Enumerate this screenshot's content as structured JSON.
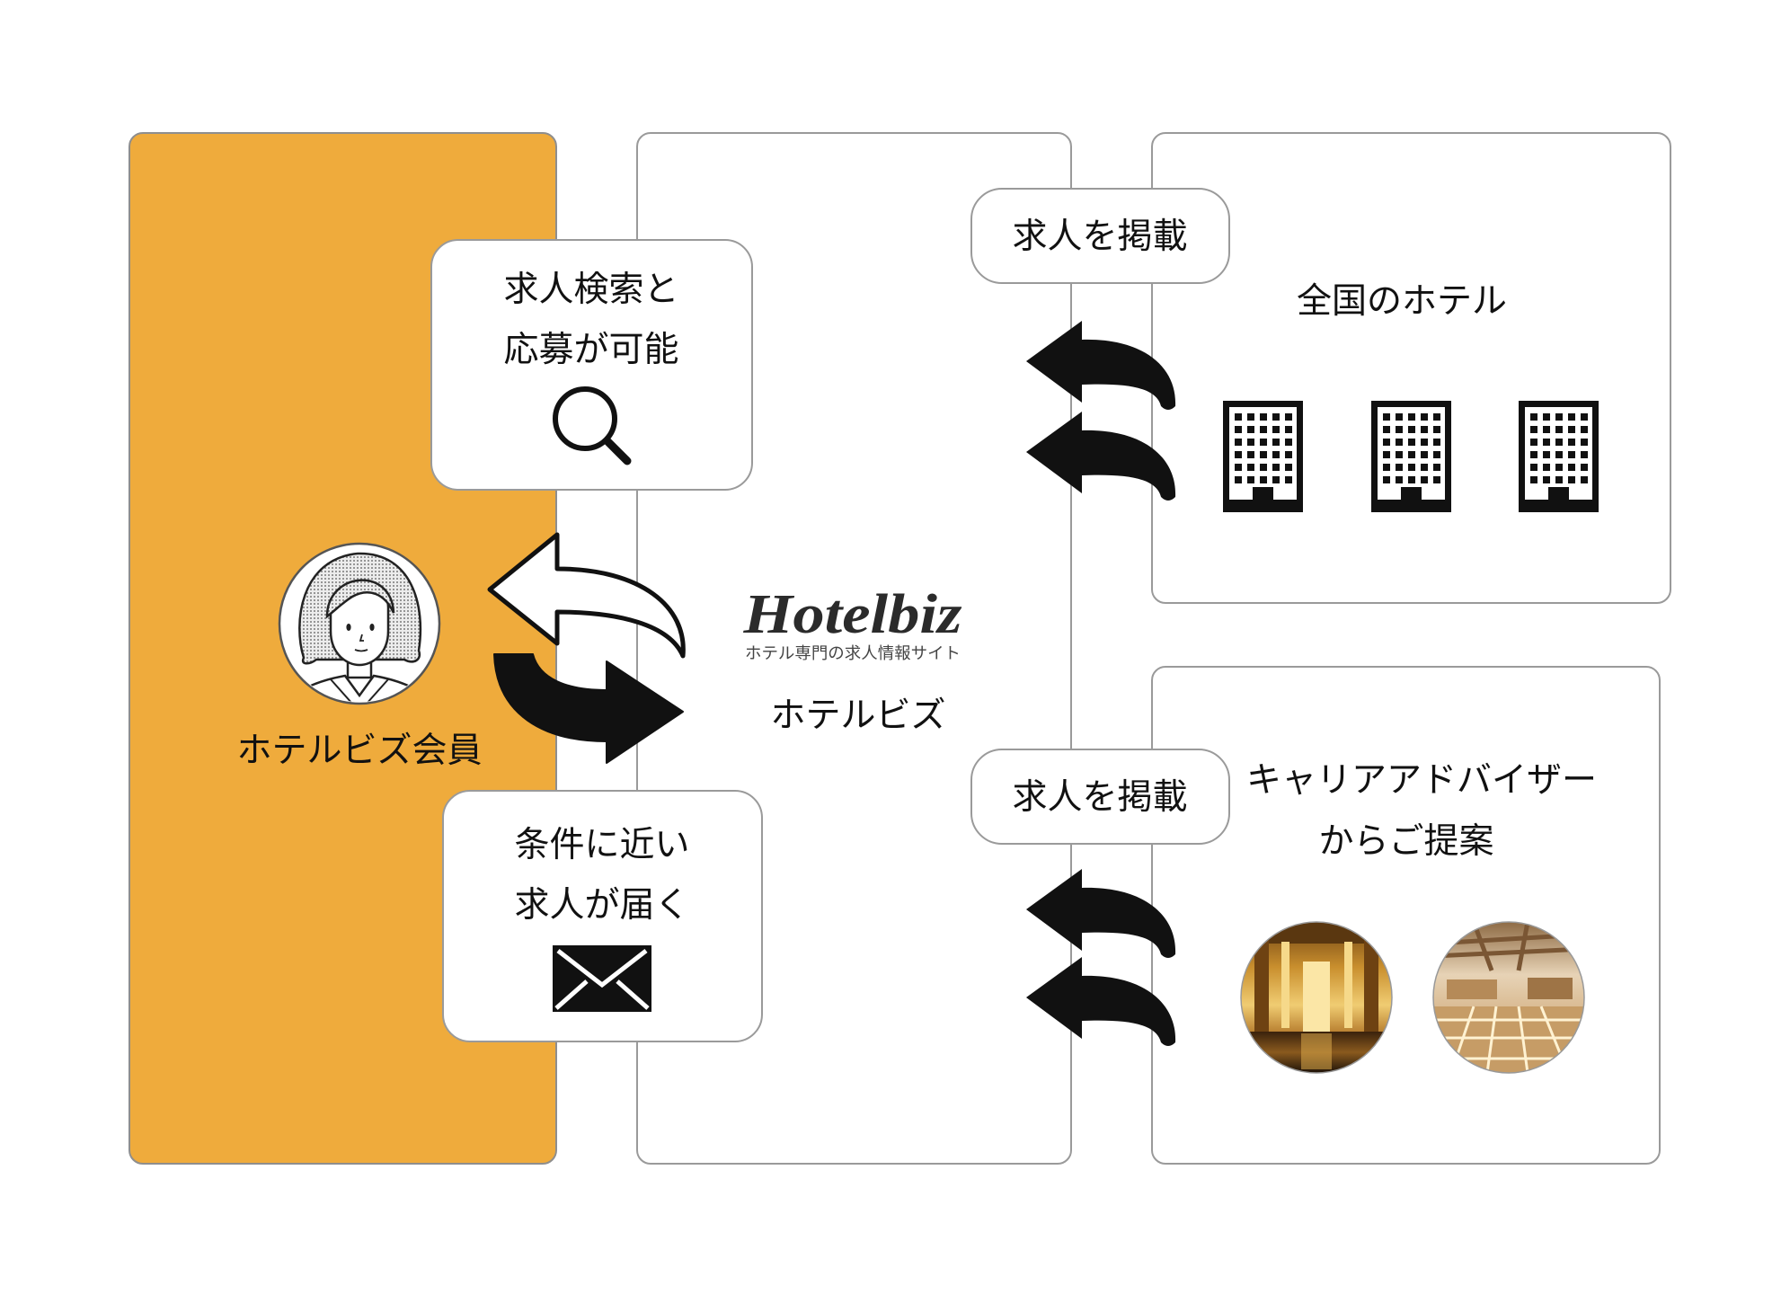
{
  "members": {
    "label": "ホテルビズ会員",
    "avatar_icon": "woman-avatar-icon"
  },
  "hotelbiz": {
    "logo_text": "Hotelbiz",
    "tagline": "ホテル専門の求人情報サイト",
    "label": "ホテルビズ"
  },
  "hotels": {
    "label": "全国のホテル",
    "icon": "building-icon"
  },
  "advisor": {
    "label_line1": "キャリアアドバイザー",
    "label_line2": "からご提案",
    "photo": "hotel-lobby-photo"
  },
  "callouts": {
    "search": {
      "line1": "求人検索と",
      "line2": "応募が可能",
      "icon": "search-icon"
    },
    "mail": {
      "line1": "条件に近い",
      "line2": "求人が届く",
      "icon": "mail-icon"
    },
    "post_top": "求人を掲載",
    "post_bottom": "求人を掲載"
  },
  "colors": {
    "member_panel": "#EFAB3C",
    "border": "#9A9A9A",
    "ink": "#111111"
  }
}
